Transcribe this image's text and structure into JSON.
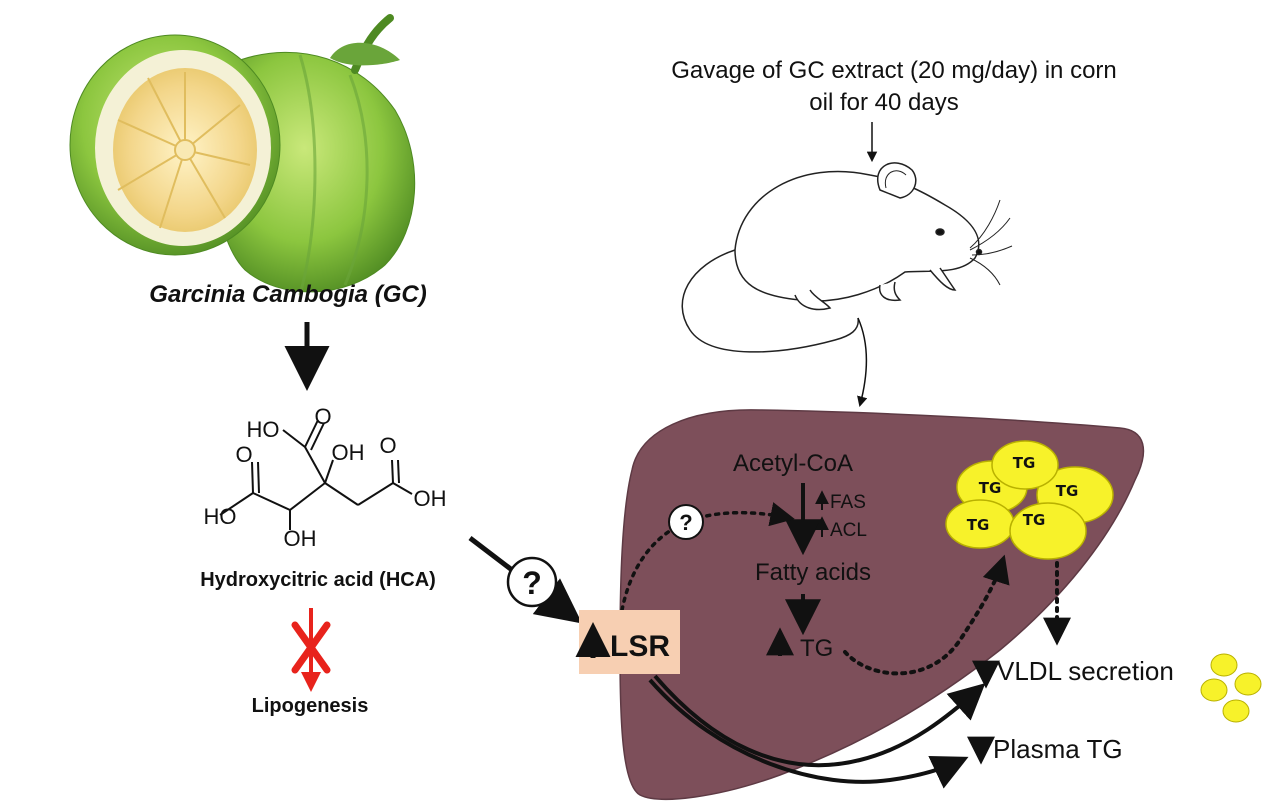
{
  "colors": {
    "liver": "#7d4f5a",
    "liver_stroke": "#5e3a44",
    "lsr_box": "#f7cfb2",
    "tg_yellow": "#f7f22a",
    "tg_stroke": "#b9b100",
    "fruit_green": "#8cc63f",
    "fruit_dark": "#5f9a2a",
    "fruit_flesh": "#f6dfa0",
    "block_red": "#e8231c"
  },
  "left": {
    "fruit_label": "Garcinia Cambogia (GC)",
    "molecule": {
      "ho_top": "HO",
      "o_top": "O",
      "oh_mid": "OH",
      "o_left": "O",
      "o_right": "O",
      "ho_left": "HO",
      "oh_bottom": "OH",
      "oh_right": "OH"
    },
    "hca_label": "Hydroxycitric acid (HCA)",
    "lipogenesis_label": "Lipogenesis"
  },
  "right": {
    "gavage_line1": "Gavage of GC extract (20 mg/day) in corn",
    "gavage_line2": "oil for 40 days",
    "question_mark": "?",
    "lsr_label": "LSR",
    "acetyl_coa": "Acetyl-CoA",
    "fas": "FAS",
    "acl": "ACL",
    "fatty_acids": "Fatty acids",
    "tg_label": "TG",
    "tg_droplets": [
      "TG",
      "TG",
      "TG",
      "TG",
      "TG"
    ],
    "vldl_secretion": "VLDL secretion",
    "plasma_tg": "Plasma TG"
  }
}
